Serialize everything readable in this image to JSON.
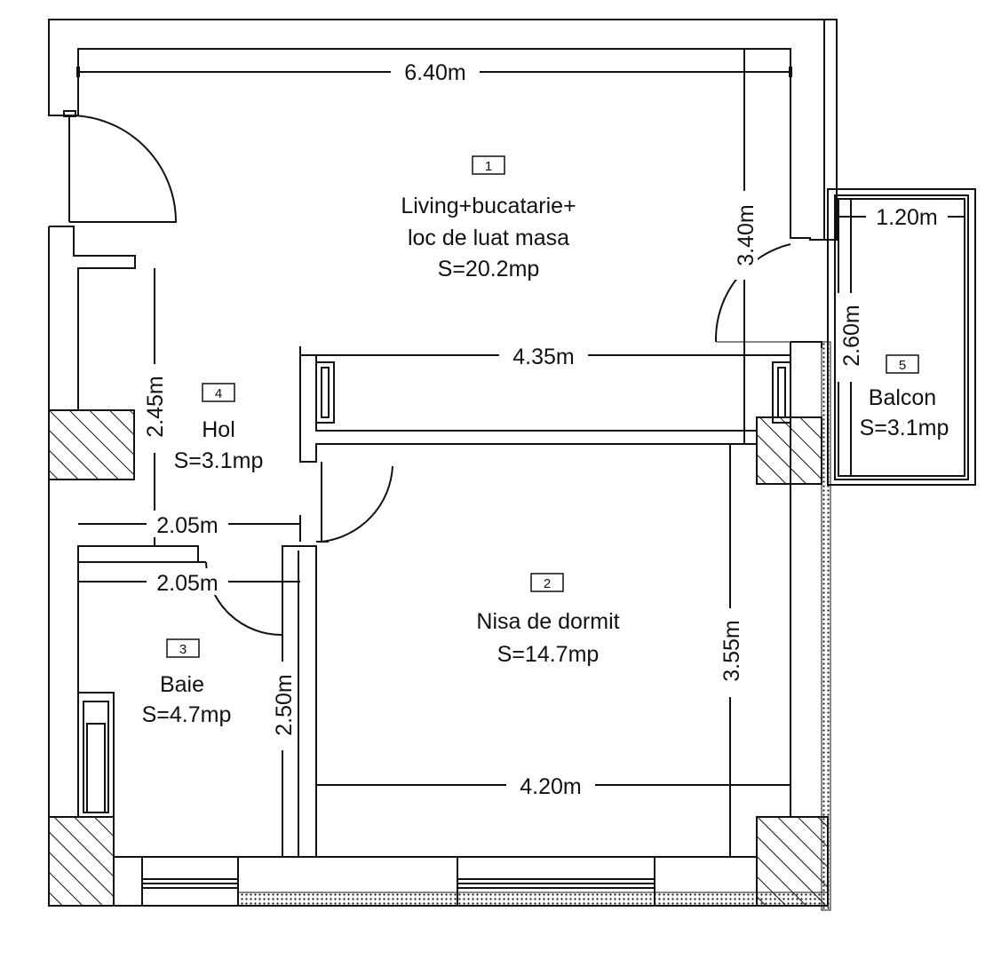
{
  "rooms": [
    {
      "number": "1",
      "name_lines": [
        "Living+bucatarie+",
        "loc de luat masa"
      ],
      "area": "S=20.2mp"
    },
    {
      "number": "2",
      "name_lines": [
        "Nisa de dormit"
      ],
      "area": "S=14.7mp"
    },
    {
      "number": "3",
      "name_lines": [
        "Baie"
      ],
      "area": "S=4.7mp"
    },
    {
      "number": "4",
      "name_lines": [
        "Hol"
      ],
      "area": "S=3.1mp"
    },
    {
      "number": "5",
      "name_lines": [
        "Balcon"
      ],
      "area": "S=3.1mp"
    }
  ],
  "dimensions": {
    "d_640": "6.40m",
    "d_340": "3.40m",
    "d_120": "1.20m",
    "d_260": "2.60m",
    "d_435": "4.35m",
    "d_245": "2.45m",
    "d_205_top": "2.05m",
    "d_205_bottom": "2.05m",
    "d_250": "2.50m",
    "d_355": "3.55m",
    "d_420": "4.20m"
  },
  "colors": {
    "line": "#111111",
    "background": "#ffffff"
  }
}
